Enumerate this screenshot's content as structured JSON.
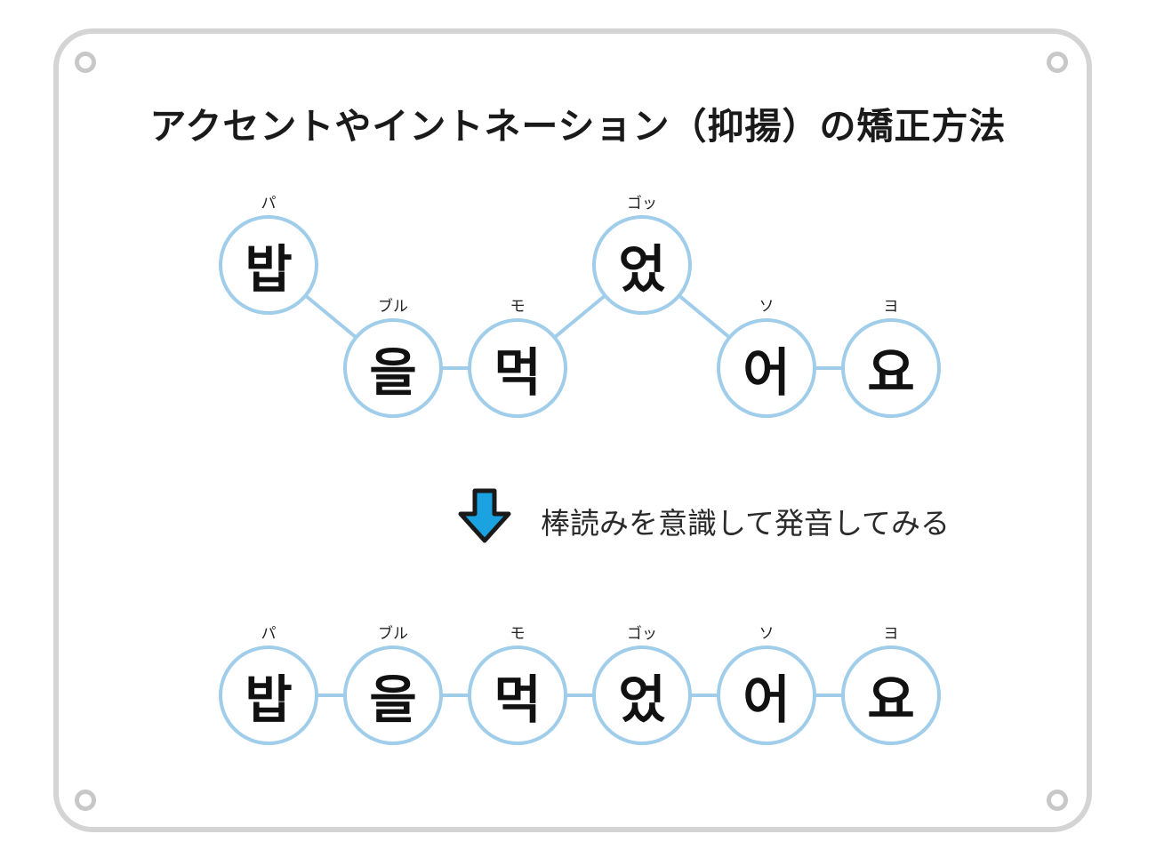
{
  "title": "アクセントやイントネーション（抑揚）の矯正方法",
  "instruction": "棒読みを意識して発音してみる",
  "colors": {
    "circle_border": "#9fcdea",
    "connector": "#9fcdea",
    "arrow_fill": "#1aa3e0",
    "arrow_outline": "#1a1a1a",
    "frame": "#d4d4d4"
  },
  "icons": {
    "down_arrow": "down-arrow-icon"
  },
  "rows": {
    "intonated": {
      "syllables": [
        {
          "char": "밥",
          "reading": "パ",
          "level": "high"
        },
        {
          "char": "을",
          "reading": "ブル",
          "level": "low"
        },
        {
          "char": "먹",
          "reading": "モ",
          "level": "low"
        },
        {
          "char": "었",
          "reading": "ゴッ",
          "level": "high"
        },
        {
          "char": "어",
          "reading": "ソ",
          "level": "low"
        },
        {
          "char": "요",
          "reading": "ヨ",
          "level": "low"
        }
      ]
    },
    "flat": {
      "syllables": [
        {
          "char": "밥",
          "reading": "パ"
        },
        {
          "char": "을",
          "reading": "ブル"
        },
        {
          "char": "먹",
          "reading": "モ"
        },
        {
          "char": "었",
          "reading": "ゴッ"
        },
        {
          "char": "어",
          "reading": "ソ"
        },
        {
          "char": "요",
          "reading": "ヨ"
        }
      ]
    }
  }
}
